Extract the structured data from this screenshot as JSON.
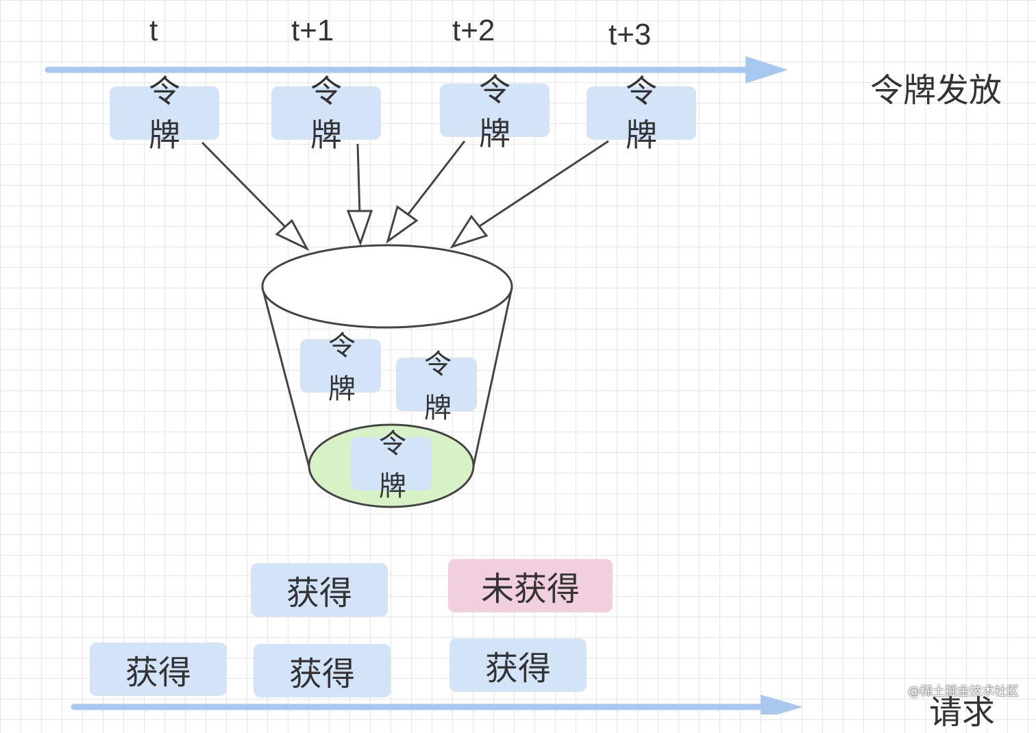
{
  "timeline": {
    "labels": [
      "t",
      "t+1",
      "t+2",
      "t+3"
    ],
    "axis_label": "令牌发放",
    "axis_color": "#a9c8f0"
  },
  "tokens": {
    "issued": [
      {
        "line1": "令",
        "line2": "牌"
      },
      {
        "line1": "令",
        "line2": "牌"
      },
      {
        "line1": "令",
        "line2": "牌"
      },
      {
        "line1": "令",
        "line2": "牌"
      }
    ],
    "in_bucket": [
      {
        "line1": "令",
        "line2": "牌"
      },
      {
        "line1": "令",
        "line2": "牌"
      },
      {
        "line1": "令",
        "line2": "牌"
      }
    ],
    "color": "#d4e4f8"
  },
  "bucket": {
    "bottom_color": "#d8f2c8"
  },
  "requests": {
    "top_row": [
      {
        "label": "获得",
        "status": "got"
      },
      {
        "label": "未获得",
        "status": "miss"
      }
    ],
    "bottom_row": [
      {
        "label": "获得",
        "status": "got"
      },
      {
        "label": "获得",
        "status": "got"
      },
      {
        "label": "获得",
        "status": "got"
      }
    ],
    "axis_label": "请求",
    "got_color": "#d4e4f8",
    "miss_color": "#f2cfdf"
  },
  "watermark": "@稀土掘金技术社区"
}
